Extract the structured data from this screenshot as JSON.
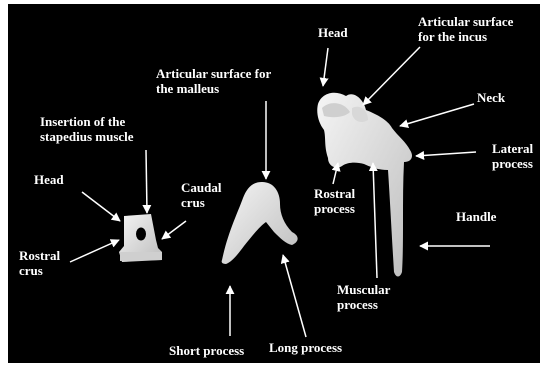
{
  "colors": {
    "frame": "#ffffff",
    "background": "#000000",
    "bone": "#e9e9e9",
    "bone_shade": "#b5b5b5",
    "label": "#ffffff"
  },
  "stapes": {
    "head": "Head",
    "insertion_line1": "Insertion of the",
    "insertion_line2": "stapedius muscle",
    "rostral_crus_line1": "Rostral",
    "rostral_crus_line2": "crus",
    "caudal_crus_line1": "Caudal",
    "caudal_crus_line2": "crus"
  },
  "incus": {
    "articular_line1": "Articular surface for",
    "articular_line2": "the malleus",
    "short_process": "Short process",
    "long_process": "Long process"
  },
  "malleus": {
    "head": "Head",
    "articular_line1": "Articular surface",
    "articular_line2": "for the incus",
    "neck": "Neck",
    "lateral_line1": "Lateral",
    "lateral_line2": "process",
    "rostral_line1": "Rostral",
    "rostral_line2": "process",
    "handle": "Handle",
    "muscular_line1": "Muscular",
    "muscular_line2": "process"
  }
}
